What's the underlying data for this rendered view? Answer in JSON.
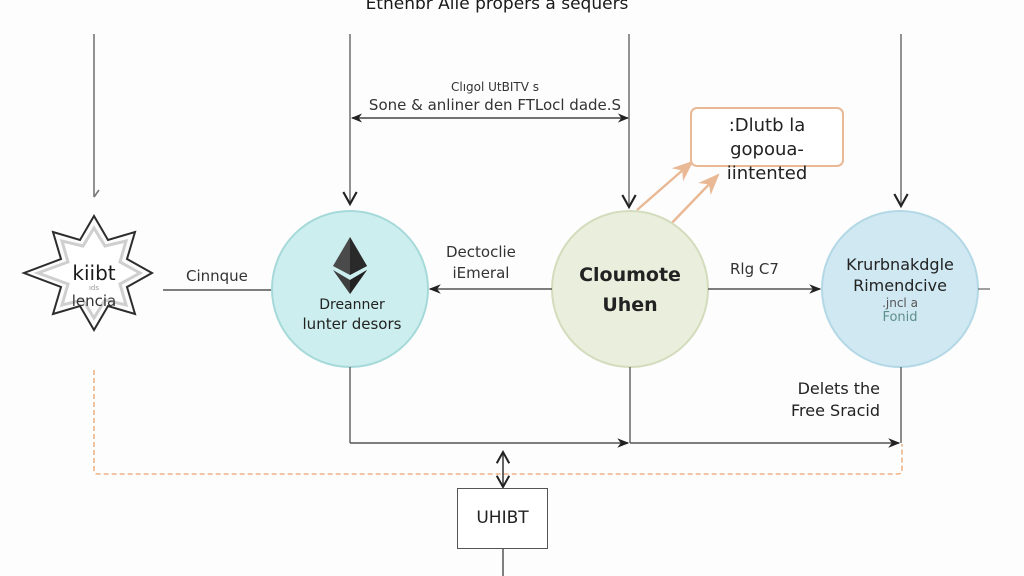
{
  "diagram": {
    "title": "Ethenbr Alle propers a sequers",
    "top_span": {
      "line1": "Clıgol UtBITV s",
      "line2": "Sone & anliner den FTLocl dade.S"
    },
    "note": {
      "line1": ":Dlutb la gopoua-",
      "line2": "iintented"
    },
    "nodes": {
      "star": {
        "line1": "kiibt",
        "line2": "ıds",
        "line3": "lencia",
        "icon": "star-badge-icon"
      },
      "ethereum": {
        "line1": "Dreanner",
        "line2": "lunter desors",
        "icon": "ethereum-icon",
        "fill": "#cdeeee",
        "stroke": "#a6d9d9"
      },
      "middle": {
        "line1": "Cloumote",
        "line2": "Uhen",
        "fill": "#eaeedc",
        "stroke": "#d3dcbc"
      },
      "right": {
        "line1": "Krurbnakdgle",
        "line2": "Rimendcive",
        "line3": ".jncl a",
        "line4": "Fonid",
        "fill": "#cfe8f1",
        "stroke": "#b3d8e6"
      }
    },
    "edges": {
      "star_to_eth": "Cinnque",
      "mid_to_eth": {
        "line1": "Dectoclie",
        "line2": "iEmeral"
      },
      "mid_to_right": "Rlg C7",
      "bottom_note": {
        "line1": "Delets the",
        "line2": "Free Sracid"
      }
    },
    "bottom_box": "UHIBT",
    "colors": {
      "line": "#555555",
      "accent_orange": "#e9b895",
      "dashed_orange": "#eeb487"
    }
  }
}
